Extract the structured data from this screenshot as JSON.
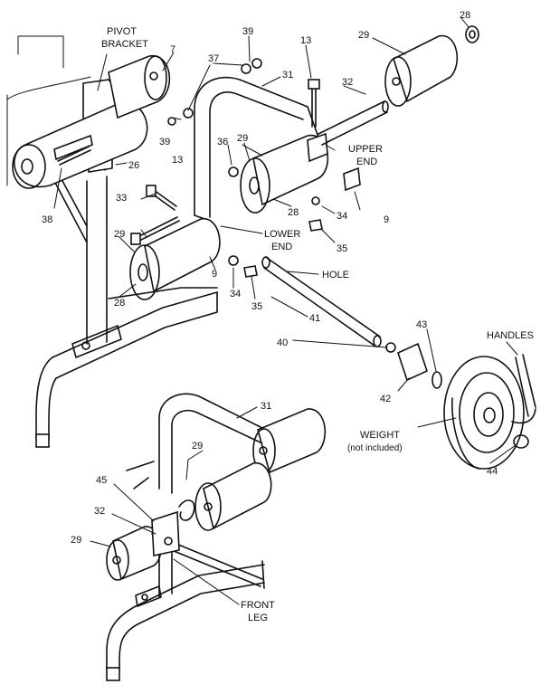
{
  "labels": {
    "pivot_bracket_1": "PIVOT",
    "pivot_bracket_2": "BRACKET",
    "upper_end_1": "UPPER",
    "upper_end_2": "END",
    "lower_end_1": "LOWER",
    "lower_end_2": "END",
    "hole": "HOLE",
    "handles": "HANDLES",
    "weight_1": "WEIGHT",
    "weight_2": "(not included)",
    "front_leg_1": "FRONT",
    "front_leg_2": "LEG"
  },
  "parts": {
    "p7": "7",
    "p9a": "9",
    "p9b": "9",
    "p13a": "13",
    "p13b": "13",
    "p26": "26",
    "p28a": "28",
    "p28b": "28",
    "p28c": "28",
    "p29a": "29",
    "p29b": "29",
    "p29c": "29",
    "p29d": "29",
    "p29e": "29",
    "p31a": "31",
    "p31b": "31",
    "p32a": "32",
    "p32b": "32",
    "p33": "33",
    "p34a": "34",
    "p34b": "34",
    "p35a": "35",
    "p35b": "35",
    "p36": "36",
    "p37": "37",
    "p38": "38",
    "p39a": "39",
    "p39b": "39",
    "p40": "40",
    "p41": "41",
    "p42": "42",
    "p43": "43",
    "p44": "44",
    "p45": "45"
  }
}
